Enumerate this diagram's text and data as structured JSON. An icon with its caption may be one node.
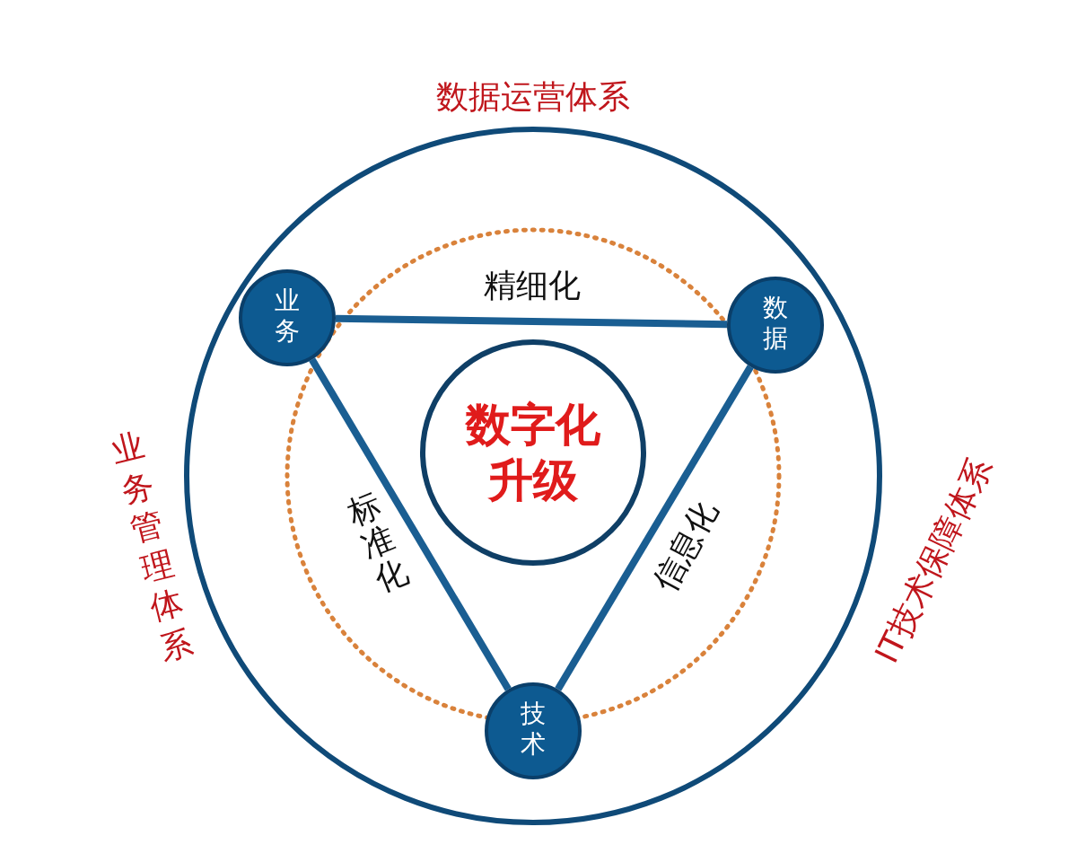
{
  "diagram": {
    "nodes": [
      {
        "text": [
          "业务"
        ]
      },
      {
        "text": [
          "数据"
        ]
      },
      {
        "text": [
          "技术"
        ]
      },
      {
        "text": [
          "数字化升级"
        ]
      }
    ],
    "edges": [
      {
        "from": 0,
        "to": 1,
        "arrow": "none",
        "label": "精细化"
      },
      {
        "from": 0,
        "to": 2,
        "arrow": "none",
        "label": "标准化"
      },
      {
        "from": 1,
        "to": 2,
        "arrow": "none",
        "label": "信息化"
      }
    ],
    "labels": [
      "数据运营体系",
      "业务管理体系",
      "IT技术保障体系"
    ]
  }
}
